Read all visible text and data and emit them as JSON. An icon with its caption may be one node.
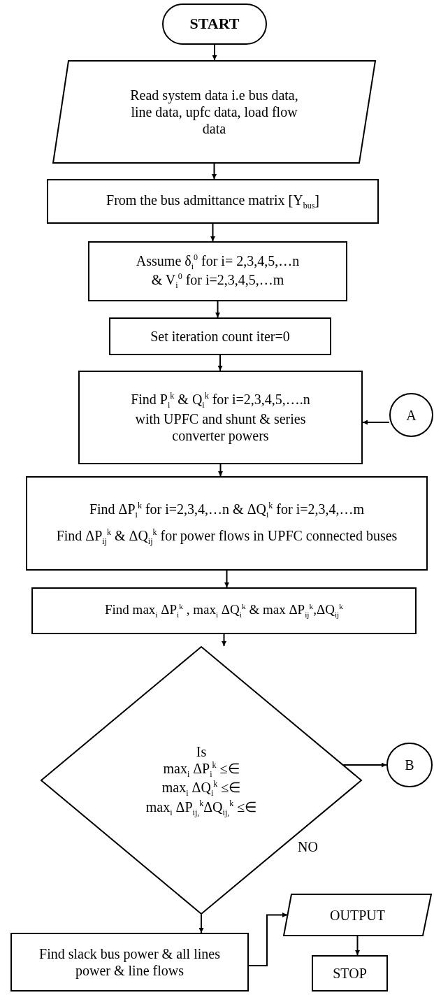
{
  "diagram": {
    "nodes": [
      {
        "text": [
          "START"
        ]
      },
      {
        "text": [
          "Read system data i.e bus data, line data, upfc data, load flow data"
        ]
      },
      {
        "text": [
          "From the bus admittance matrix [Y$_{bus}$]"
        ]
      },
      {
        "text": [
          "Assume δ$_{i}$$^{0}$ for i= 2,3,4,5,…n & V$_{i}$$^{0}$ for i=2,3,4,5,…m"
        ]
      },
      {
        "text": [
          "Set iteration count iter=0"
        ]
      },
      {
        "text": [
          "Find P$_{i}$$^{k}$ & Q$_{i}$$^{k}$ for i=2,3,4,5,….n with UPFC and shunt & series converter powers"
        ]
      },
      {
        "text": [
          "A"
        ]
      },
      {
        "text": [
          "Find ΔP$_{i}$$^{k}$ for i=2,3,4,…n & ΔQ$_{i}$$^{k}$ for i=2,3,4,…m",
          "Find ΔP$_{ij}$$^{k}$ & ΔQ$_{ij}$$^{k}$ for power flows in UPFC connected buses"
        ]
      },
      {
        "text": [
          "Find max$_{i}$ ΔP$_{i}$$^{k}$ , max$_{i}$ ΔQ$_{i}$$^{k}$ & max ΔP$_{ij}$$^{k}$,ΔQ$_{ij}$$^{k}$"
        ]
      },
      {
        "text": [
          "Is",
          "max$_{i}$ ΔP$_{i}$$^{k}$ ≤∈",
          "max$_{i}$ ΔQ$_{i}$$^{k}$ ≤∈",
          "max$_{i}$ ΔP$_{ij,}$$^{k}$ΔQ$_{ij,}$$^{k}$ ≤∈"
        ]
      },
      {
        "text": [
          "B"
        ]
      },
      {
        "text": [
          "Find slack bus power & all lines power & line flows"
        ]
      },
      {
        "text": [
          "OUTPUT"
        ]
      },
      {
        "text": [
          "STOP"
        ]
      }
    ],
    "edges": [
      {
        "from": 0,
        "to": 1,
        "arrow": "to"
      },
      {
        "from": 1,
        "to": 2,
        "arrow": "to"
      },
      {
        "from": 2,
        "to": 3,
        "arrow": "to"
      },
      {
        "from": 3,
        "to": 4,
        "arrow": "to"
      },
      {
        "from": 4,
        "to": 5,
        "arrow": "to"
      },
      {
        "from": 6,
        "to": 5,
        "arrow": "to"
      },
      {
        "from": 5,
        "to": 7,
        "arrow": "to"
      },
      {
        "from": 7,
        "to": 8,
        "arrow": "to"
      },
      {
        "from": 8,
        "to": 9,
        "arrow": "to"
      },
      {
        "from": 9,
        "to": 10,
        "arrow": "to"
      },
      {
        "from": 9,
        "to": 11,
        "arrow": "to"
      },
      {
        "from": 11,
        "to": 12,
        "arrow": "to"
      },
      {
        "from": 12,
        "to": 13,
        "arrow": "to"
      }
    ],
    "labels": [
      "NO"
    ]
  }
}
